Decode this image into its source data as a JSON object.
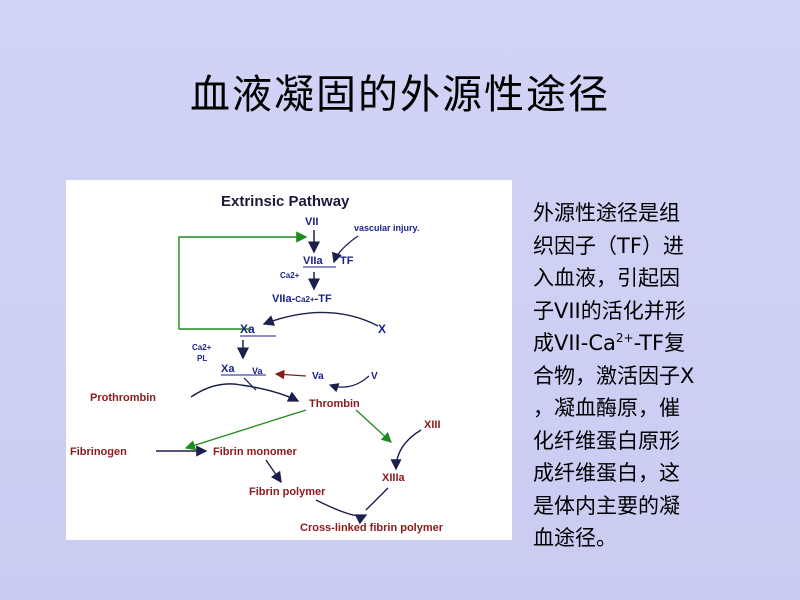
{
  "slide": {
    "title": "血液凝固的外源性途径"
  },
  "diagram": {
    "title": "Extrinsic Pathway",
    "nodes": {
      "vii": "VII",
      "vascular_injury": "vascular injury.",
      "viia": "VIIa",
      "tf": "TF",
      "ca2_first": "Ca2+",
      "complex_part1": "VIIa-",
      "complex_part2": "Ca2+",
      "complex_part3": "-TF",
      "xa_top": "Xa",
      "x": "X",
      "ca2_pl_1": "Ca2+",
      "ca2_pl_2": "PL",
      "xa_va_xa": "Xa",
      "xa_va_va": "Va",
      "va": "Va",
      "v": "V",
      "prothrombin": "Prothrombin",
      "thrombin": "Thrombin",
      "xiii": "XIII",
      "fibrinogen": "Fibrinogen",
      "fibrin_monomer": "Fibrin monomer",
      "xiiia": "XIIIa",
      "fibrin_polymer": "Fibrin polymer",
      "crosslinked": "Cross-linked fibrin polymer"
    },
    "colors": {
      "label_blue": "#1a1f8c",
      "label_red": "#8b1a1a",
      "green_arrow": "#1f8a1f",
      "dark_arrow": "#1a1f4c"
    }
  },
  "description": {
    "lines": [
      "外源性途径是组",
      "织因子（TF）进",
      "入血液，引起因",
      "子VII的活化并形"
    ],
    "line5_pre": "成VII-Ca",
    "line5_sup": "2+",
    "line5_post": "-TF复",
    "lines_after": [
      "合物，激活因子X",
      "，凝血酶原，催",
      "化纤维蛋白原形",
      "成纤维蛋白，这",
      "是体内主要的凝",
      "血途径。"
    ]
  }
}
